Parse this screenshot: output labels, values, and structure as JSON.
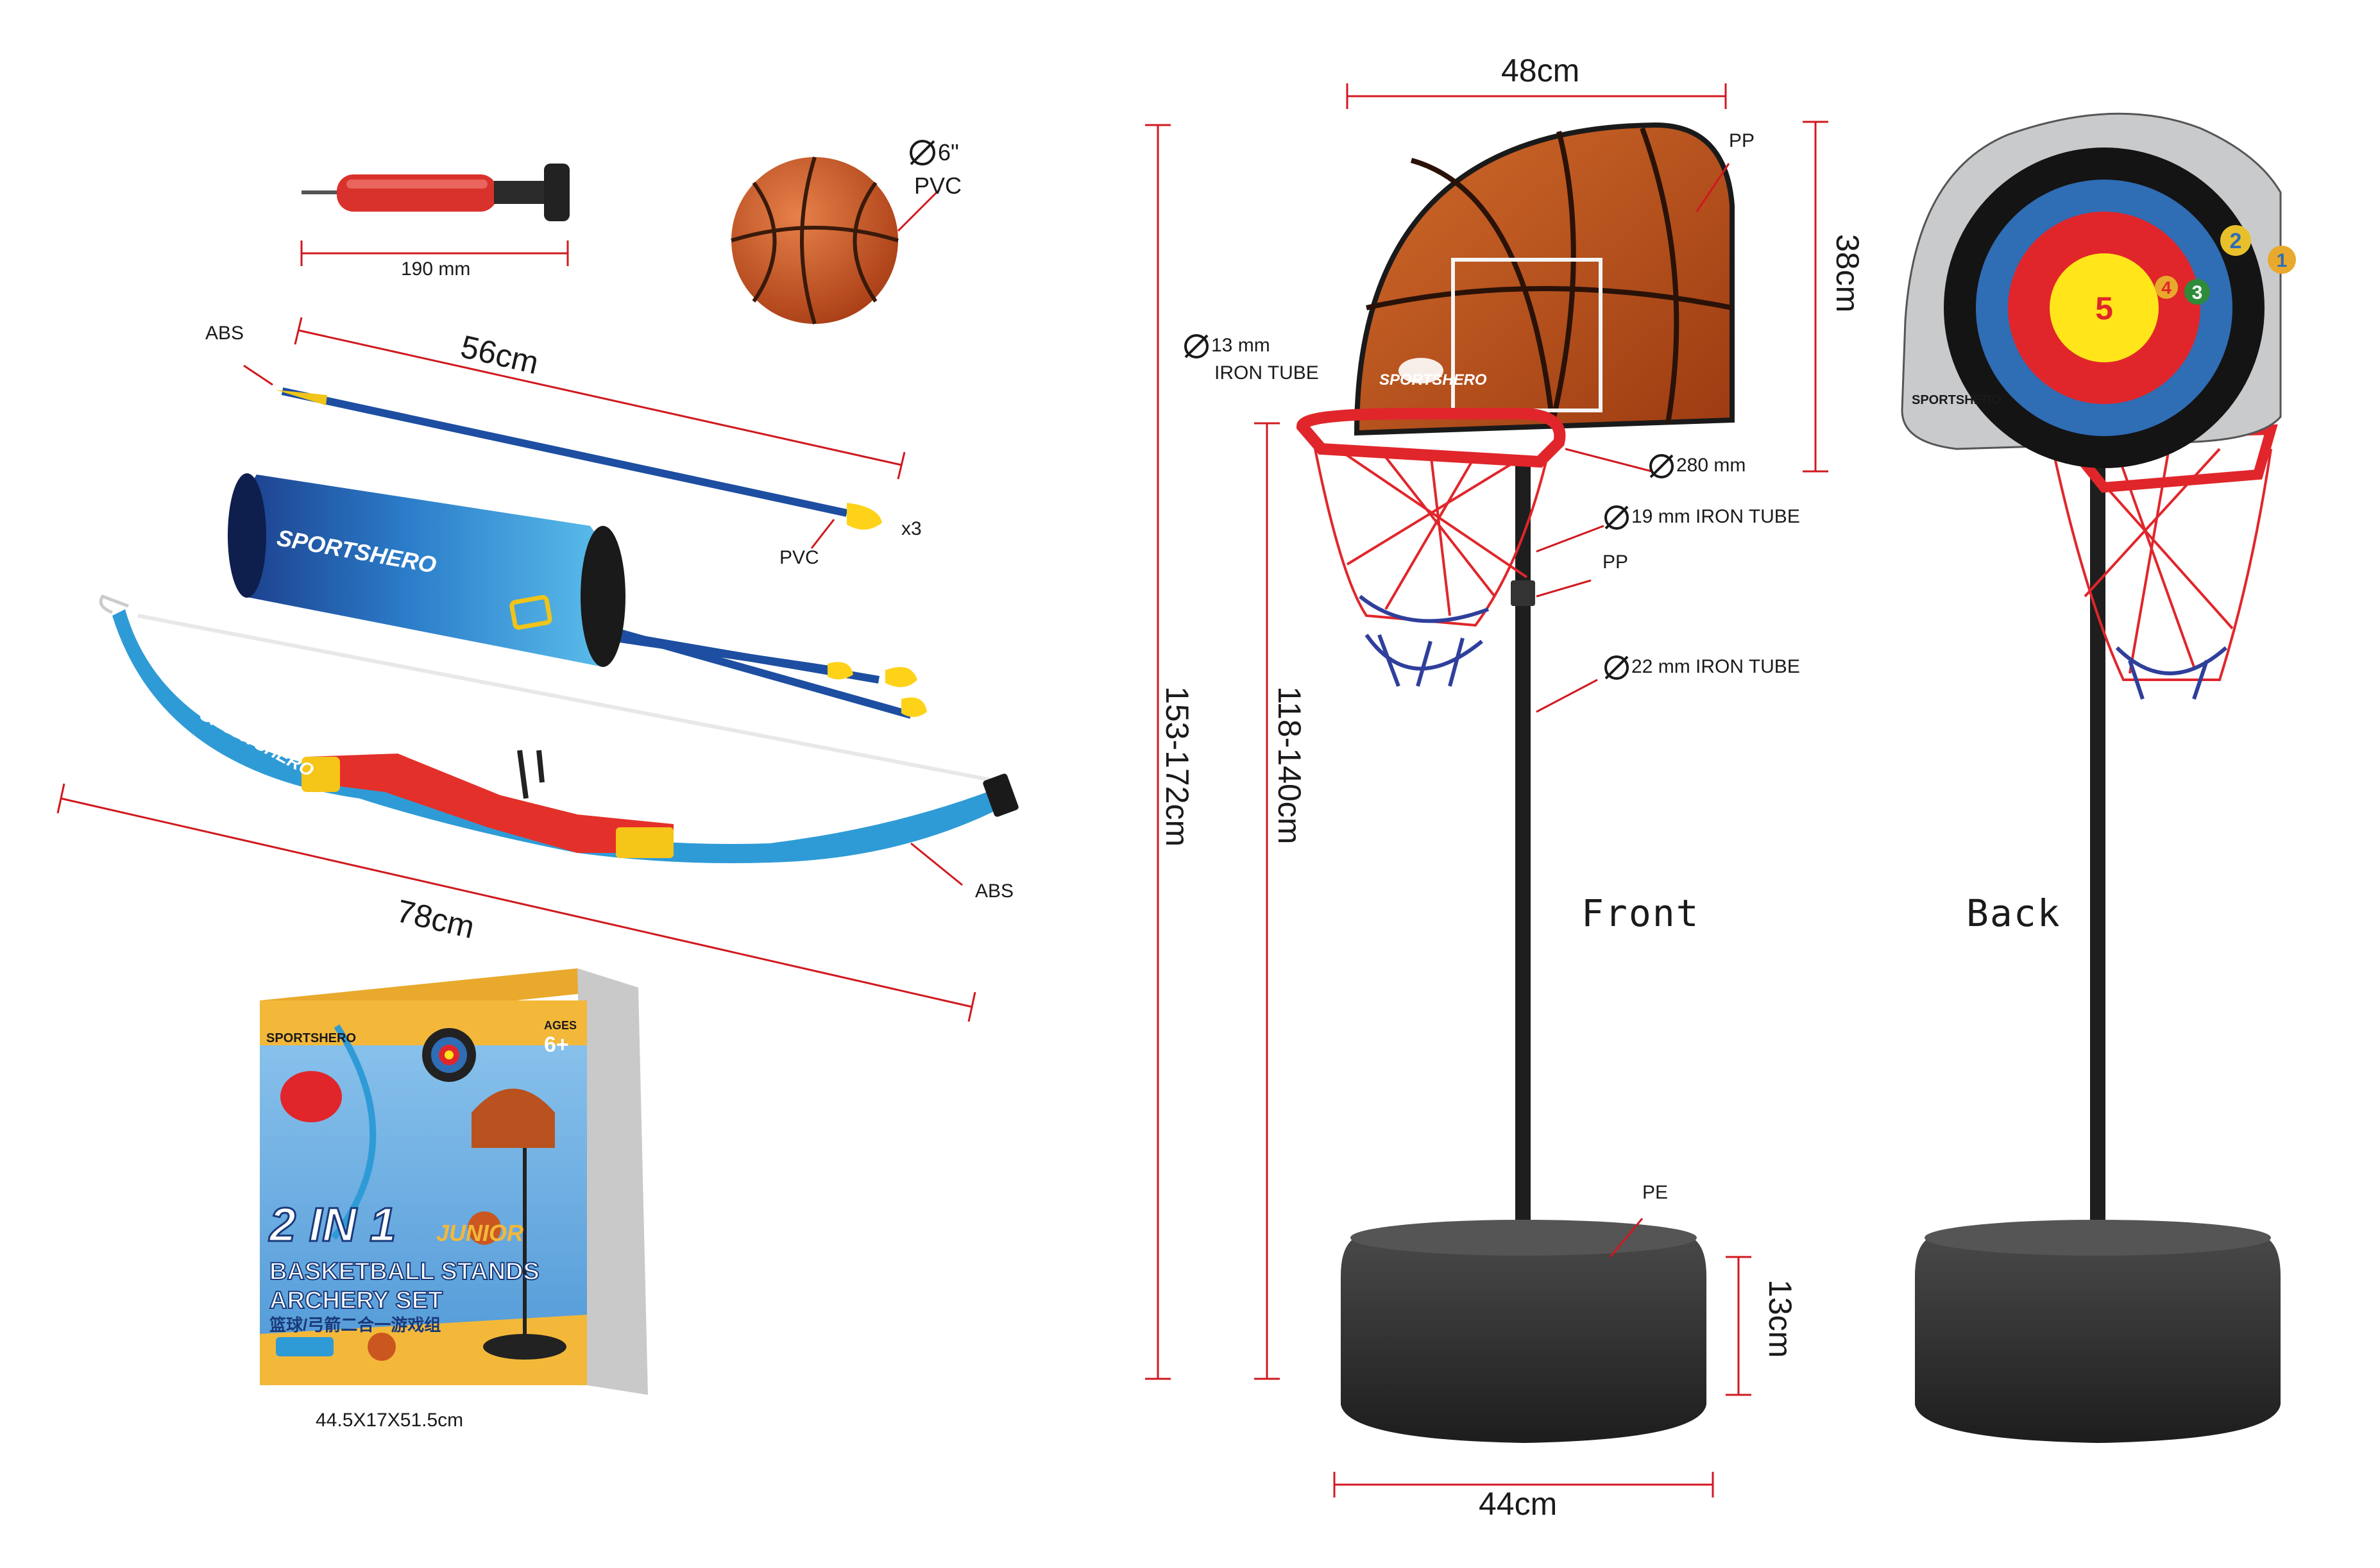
{
  "accessories": {
    "pump": {
      "length": "190 mm"
    },
    "ball": {
      "diameter": "6\"",
      "material": "PVC"
    },
    "arrow": {
      "length": "56cm",
      "tip_material": "ABS",
      "cup_material": "PVC",
      "quantity": "x3"
    },
    "bow": {
      "length": "78cm",
      "material": "ABS"
    },
    "quiver": {
      "brand": "SPORTSHERO"
    }
  },
  "package": {
    "dimensions": "44.5X17X51.5cm",
    "brand": "SPORTSHERO",
    "title_line1": "2 IN 1",
    "title_junior": "JUNIOR",
    "title_line2": "BASKETBALL STANDS",
    "title_line3": "ARCHERY SET",
    "title_cn": "篮球/弓箭二合一游戏组",
    "age_label": "AGES",
    "age_value": "6+"
  },
  "stand": {
    "backboard_width": "48cm",
    "backboard_height": "38cm",
    "backboard_material": "PP",
    "rim_tube": {
      "diameter": "13 mm",
      "label": "IRON TUBE"
    },
    "rim_diameter": "280 mm",
    "upper_pole": "19 mm IRON TUBE",
    "clamp_material": "PP",
    "lower_pole": "22 mm IRON TUBE",
    "base_material": "PE",
    "base_height": "13cm",
    "base_width": "44cm",
    "total_height": "153-172cm",
    "rim_height": "118-140cm",
    "brand": "SPORTSHERO"
  },
  "views": {
    "front": "Front",
    "back": "Back"
  },
  "target": {
    "rings": [
      "5",
      "4",
      "3",
      "2",
      "1"
    ]
  },
  "colors": {
    "dimension_line": "#d0191f",
    "ball_orange": "#c9571f",
    "target_red": "#e0262b",
    "target_blue": "#2f6db5",
    "target_yellow": "#ffe51a",
    "bow_blue": "#2f9bd6",
    "bow_red": "#e3302a",
    "base_black": "#2a2a2a"
  }
}
